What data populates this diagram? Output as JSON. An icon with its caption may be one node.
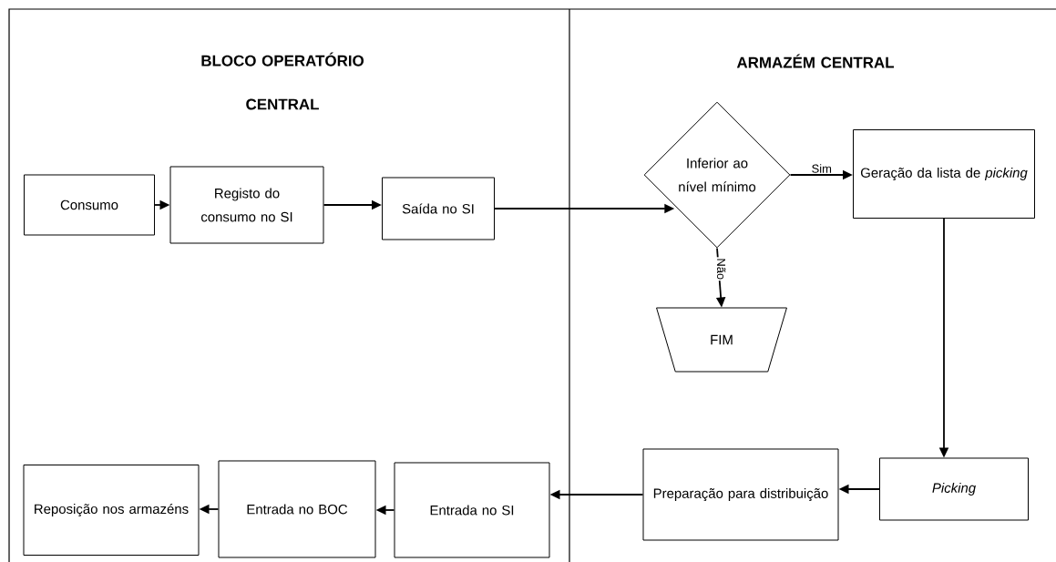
{
  "diagram": {
    "nodes": [
      {
        "text": [
          "Consumo"
        ]
      },
      {
        "text": [
          "Registo do consumo no SI"
        ]
      },
      {
        "text": [
          "Saída no SI"
        ]
      },
      {
        "text": [
          "Inferior ao nível mínimo"
        ]
      },
      {
        "text": [
          "FIM"
        ]
      },
      {
        "text": [
          "Geração da lista de *picking*"
        ]
      },
      {
        "text": [
          "Picking"
        ]
      },
      {
        "text": [
          "Preparação para distribuição"
        ]
      },
      {
        "text": [
          "Entrada no SI"
        ]
      },
      {
        "text": [
          "Entrada no BOC"
        ]
      },
      {
        "text": [
          "Reposição nos armazéns"
        ]
      }
    ],
    "edges": [
      {
        "from": 0,
        "to": 1,
        "arrow": "to"
      },
      {
        "from": 1,
        "to": 2,
        "arrow": "to"
      },
      {
        "from": 2,
        "to": 3,
        "arrow": "to"
      },
      {
        "from": 3,
        "to": 5,
        "arrow": "to",
        "label": "Sim"
      },
      {
        "from": 3,
        "to": 4,
        "arrow": "to",
        "label": "Não"
      },
      {
        "from": 5,
        "to": 6,
        "arrow": "to"
      },
      {
        "from": 6,
        "to": 7,
        "arrow": "to"
      },
      {
        "from": 7,
        "to": 8,
        "arrow": "to"
      },
      {
        "from": 8,
        "to": 9,
        "arrow": "to"
      },
      {
        "from": 9,
        "to": 10,
        "arrow": "to"
      }
    ],
    "labels": [
      "BLOCO OPERATÓRIO CENTRAL",
      "ARMAZÉM CENTRAL"
    ]
  }
}
